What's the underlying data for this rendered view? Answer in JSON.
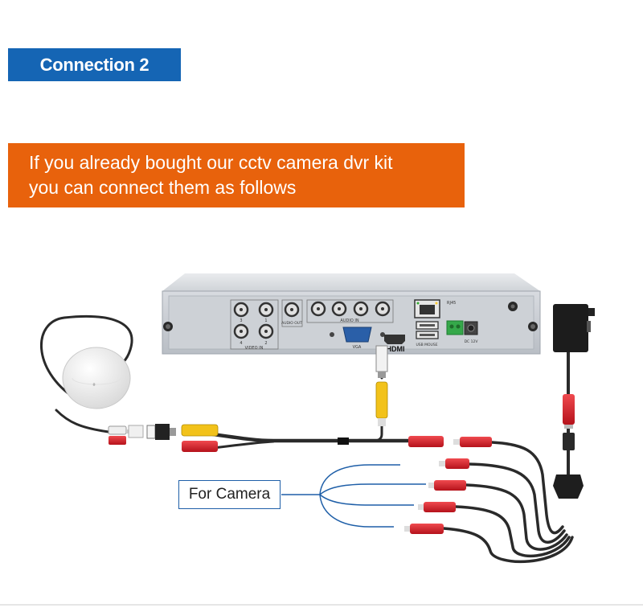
{
  "heading": "Connection 2",
  "banner": {
    "line1": "If you already bought our cctv camera dvr kit",
    "line2": "you can connect them as follows"
  },
  "dvr_labels": {
    "video_in": "VIDEO IN",
    "audio_out": "AUDIO OUT",
    "audio_in": "AUDIO IN",
    "vga": "VGA",
    "hdmi": "HDMI",
    "usb_mouse": "USB MOUSE",
    "rj45": "RJ45",
    "dc12v": "DC 12V",
    "ch1": "1",
    "ch2": "2",
    "ch3": "3",
    "ch4": "4"
  },
  "camera_label": "For Camera",
  "colors": {
    "heading_bg": "#1565b4",
    "banner_bg": "#e8620c",
    "dvr_body": "#c9cdd3",
    "plug_red": "#d91e26",
    "plug_yellow": "#f2c21a",
    "bracket_blue": "#1f5fa8"
  },
  "icons": [
    "microphone-icon",
    "power-adapter-icon",
    "dvr-device-icon"
  ]
}
